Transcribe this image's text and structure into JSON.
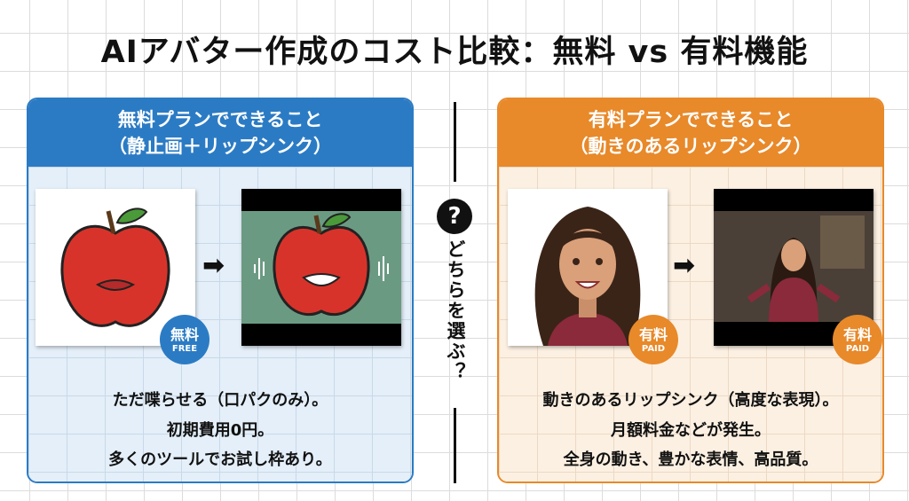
{
  "title": "AIアバター作成のコスト比較：無料 vs 有料機能",
  "middle": {
    "question_icon": "?",
    "text": "どちらを選ぶ？"
  },
  "free": {
    "header_line1": "無料プランでできること",
    "header_line2": "（静止画＋リップシンク）",
    "badge_main": "無料",
    "badge_sub": "FREE",
    "desc": [
      "ただ喋らせる（口パクのみ）。",
      "初期費用0円。",
      "多くのツールでお試し枠あり。"
    ],
    "color": "#2b7bc4"
  },
  "paid": {
    "header_line1": "有料プランでできること",
    "header_line2": "（動きのあるリップシンク）",
    "badge_main": "有料",
    "badge_sub": "PAID",
    "desc": [
      "動きのあるリップシンク（高度な表現）。",
      "月額料金などが発生。",
      "全身の動き、豊かな表情、高品質。"
    ],
    "color": "#e8892a"
  }
}
